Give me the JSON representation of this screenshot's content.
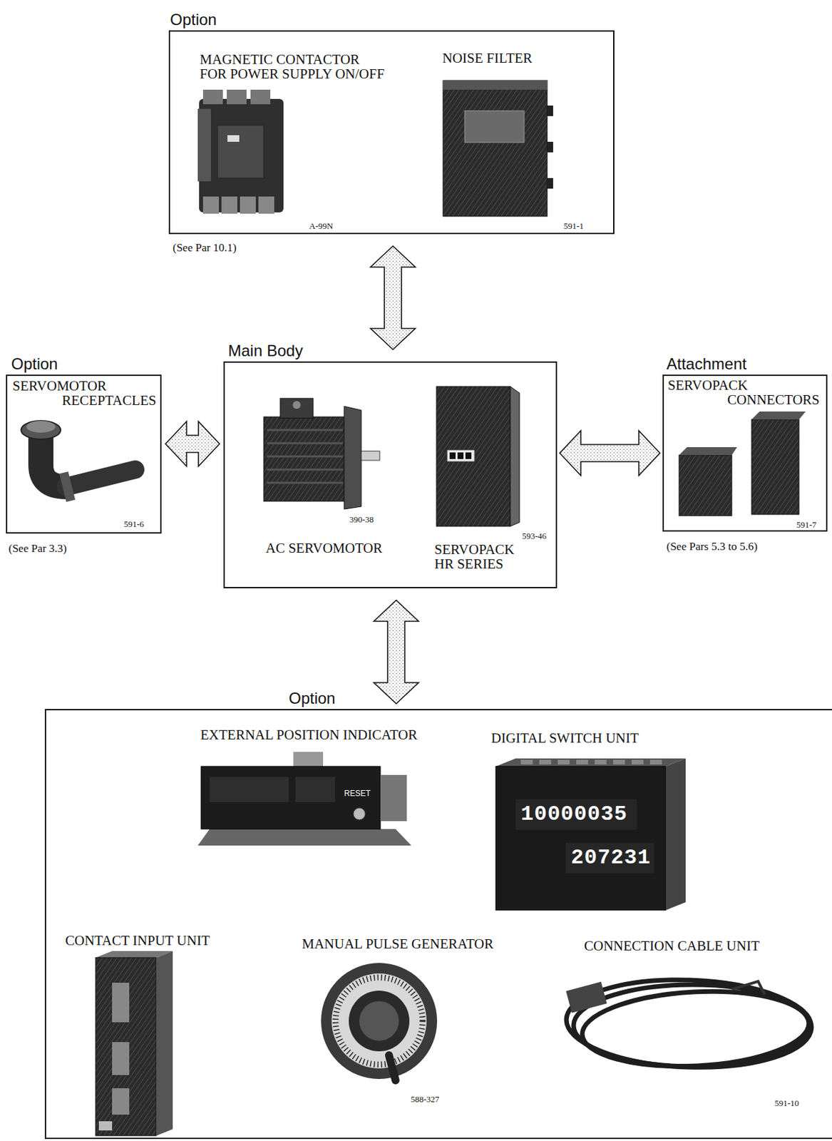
{
  "diagram": {
    "nodes": [
      {
        "text": [
          "Option",
          "(See Par 10.1)"
        ]
      },
      {
        "text": [
          "Option",
          "(See Par 3.3)"
        ]
      },
      {
        "text": [
          "Main Body"
        ]
      },
      {
        "text": [
          "Attachment",
          "(See Pars 5.3 to 5.6)"
        ]
      },
      {
        "text": [
          "Option"
        ]
      }
    ],
    "edges": [
      {
        "from": 0,
        "to": 2,
        "arrow": "both"
      },
      {
        "from": 1,
        "to": 2,
        "arrow": "both"
      },
      {
        "from": 2,
        "to": 3,
        "arrow": "both"
      },
      {
        "from": 2,
        "to": 4,
        "arrow": "both"
      }
    ],
    "labels": [
      "MAGNETIC CONTACTOR FOR POWER SUPPLY ON/OFF",
      "A-99N",
      "NOISE FILTER",
      "591-1",
      "SERVOMOTOR RECEPTACLES",
      "591-6",
      "390-38",
      "AC SERVOMOTOR",
      "593-46",
      "SERVOPACK HR SERIES",
      "SERVOPACK CONNECTORS",
      "591-7",
      "EXTERNAL POSITION INDICATOR",
      "RESET",
      "DIGITAL SWITCH UNIT",
      "10000035",
      "207231",
      "CONTACT INPUT UNIT",
      "MANUAL PULSE GENERATOR",
      "588-327",
      "CONNECTION CABLE UNIT",
      "591-10"
    ]
  }
}
